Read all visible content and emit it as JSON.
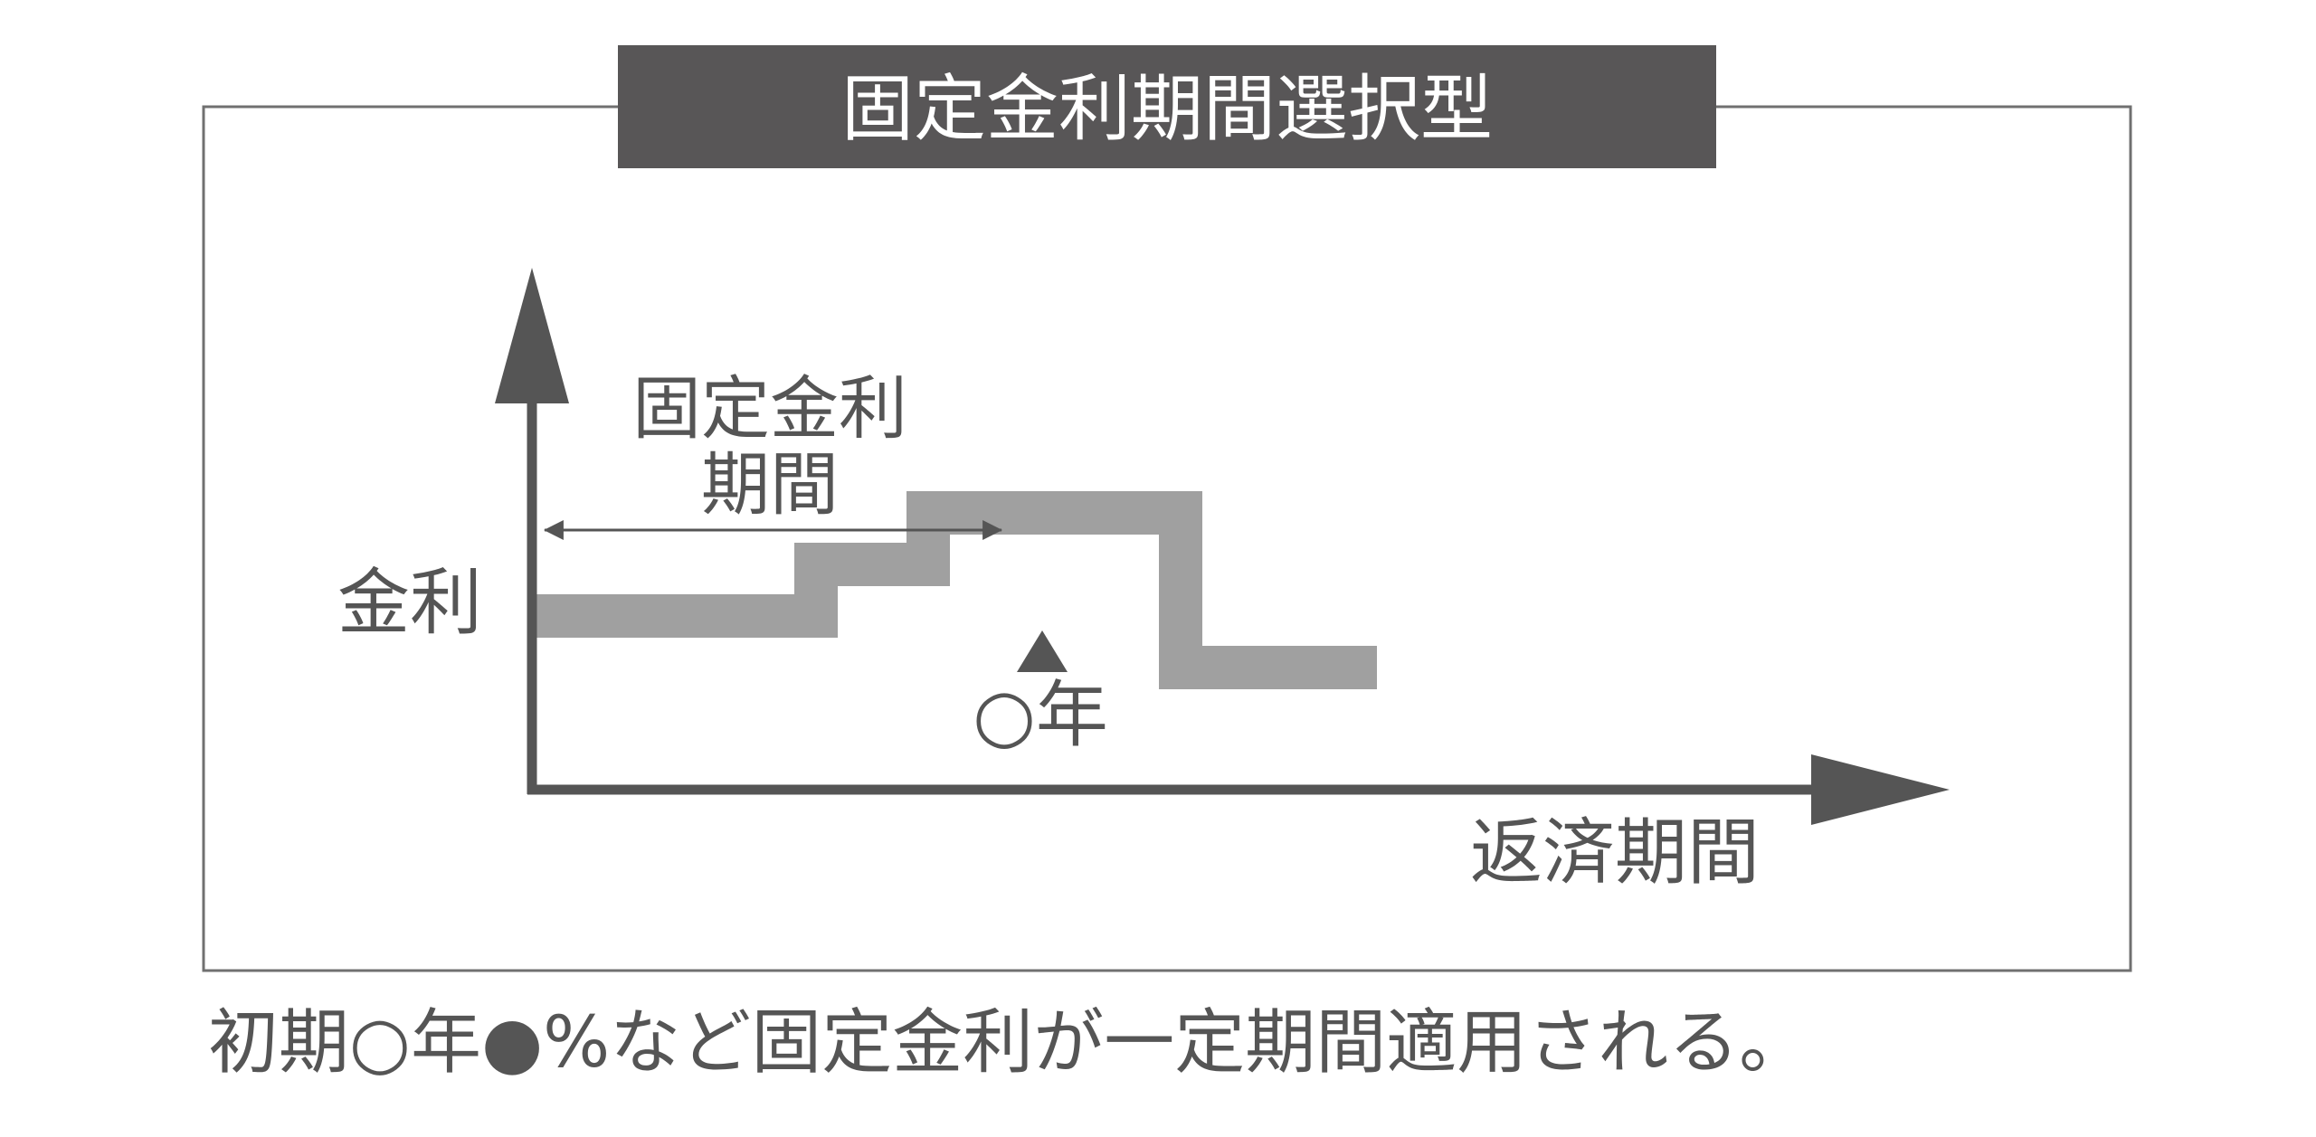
{
  "title": "固定金利期間選択型",
  "labels": {
    "fixed_period_line1": "固定金利",
    "fixed_period_line2": "期間",
    "y_axis": "金利",
    "marker": "○年",
    "x_axis": "返済期間"
  },
  "caption": "初期○年●%など固定金利が一定期間適用される。",
  "colors": {
    "title_bg": "#585657",
    "rate_line": "#a0a0a0",
    "axis": "#555555",
    "text": "#555555",
    "frame": "#707070"
  },
  "rate_steps": [
    {
      "from": 0,
      "to": 5,
      "level": 1
    },
    {
      "from": 5,
      "to": 7,
      "level": 2
    },
    {
      "from": 7,
      "to": 11.5,
      "level": 3
    },
    {
      "from": 11.5,
      "to": 15,
      "level": 0
    }
  ],
  "fixed_period_end": 5
}
